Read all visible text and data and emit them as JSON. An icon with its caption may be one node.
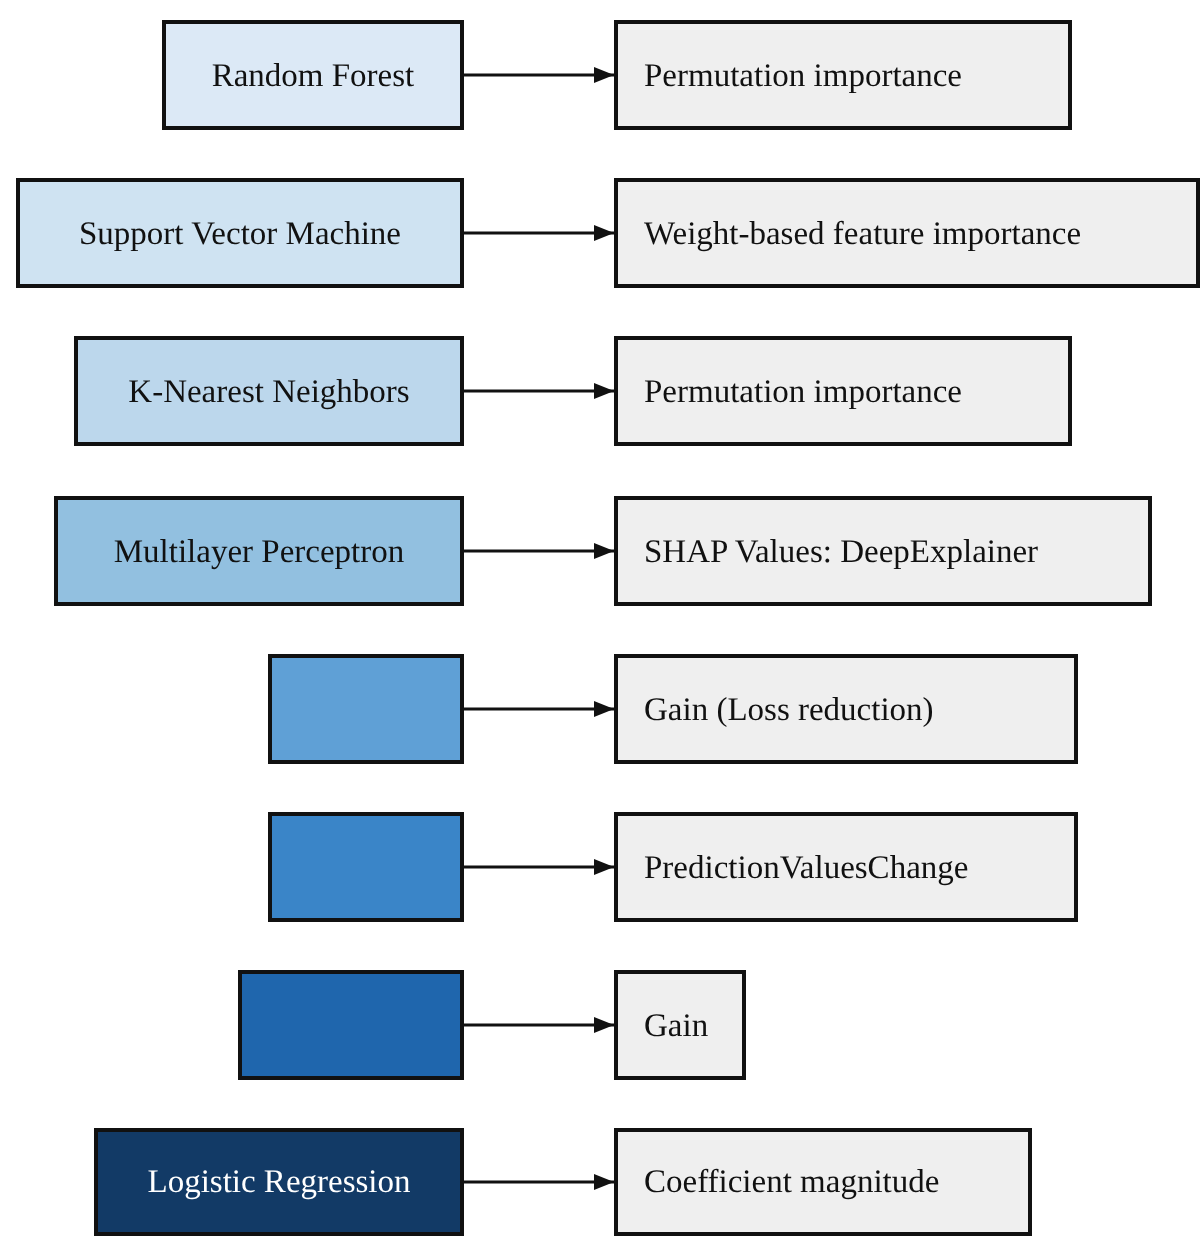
{
  "diagram": {
    "nodes": [
      {
        "text": [
          "Random Forest"
        ]
      },
      {
        "text": [
          "Permutation importance"
        ]
      },
      {
        "text": [
          "Support Vector Machine"
        ]
      },
      {
        "text": [
          "Weight-based feature importance"
        ]
      },
      {
        "text": [
          "K-Nearest Neighbors"
        ]
      },
      {
        "text": [
          "Permutation importance"
        ]
      },
      {
        "text": [
          "Multilayer Perceptron"
        ]
      },
      {
        "text": [
          "SHAP Values: DeepExplainer"
        ]
      },
      {
        "text": [],
        "shape": "box"
      },
      {
        "text": [
          "Gain (Loss reduction)"
        ]
      },
      {
        "text": [],
        "shape": "box"
      },
      {
        "text": [
          "PredictionValuesChange"
        ]
      },
      {
        "text": [],
        "shape": "box"
      },
      {
        "text": [
          "Gain"
        ]
      },
      {
        "text": [
          "Logistic Regression"
        ]
      },
      {
        "text": [
          "Coefficient magnitude"
        ]
      }
    ],
    "edges": [
      {
        "from": 0,
        "to": 1,
        "arrow": "to"
      },
      {
        "from": 2,
        "to": 3,
        "arrow": "to"
      },
      {
        "from": 4,
        "to": 5,
        "arrow": "to"
      },
      {
        "from": 6,
        "to": 7,
        "arrow": "to"
      },
      {
        "from": 8,
        "to": 9,
        "arrow": "to"
      },
      {
        "from": 10,
        "to": 11,
        "arrow": "to"
      },
      {
        "from": 12,
        "to": 13,
        "arrow": "to"
      },
      {
        "from": 14,
        "to": 15,
        "arrow": "to"
      }
    ]
  }
}
